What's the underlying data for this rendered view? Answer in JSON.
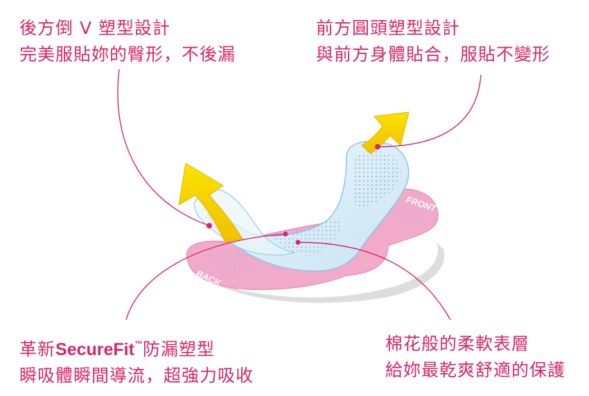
{
  "callouts": {
    "back": {
      "line1": "後方倒 V 塑型設計",
      "line2": "完美服貼妳的臀形，不後漏"
    },
    "front": {
      "line1": "前方圓頭塑型設計",
      "line2": "與前方身體貼合，服貼不變形"
    },
    "securefit": {
      "prefix": "革新",
      "brand": "SecureFit",
      "trademark": "™",
      "suffix": "防漏塑型",
      "line2": "瞬吸體瞬間導流，超強力吸收"
    },
    "cotton": {
      "line1": "棉花般的柔軟表層",
      "line2": "給妳最乾爽舒適的保護"
    }
  },
  "pad_labels": {
    "front": "FRONT",
    "back": "BACK"
  },
  "colors": {
    "text": "#d6266b",
    "leader_line": "#d6266b",
    "arrow": "#f7d500",
    "wing_pink": "#f0a8c8",
    "pad_blue": "#d6ecf7",
    "shadow": "#dcdcdc"
  }
}
